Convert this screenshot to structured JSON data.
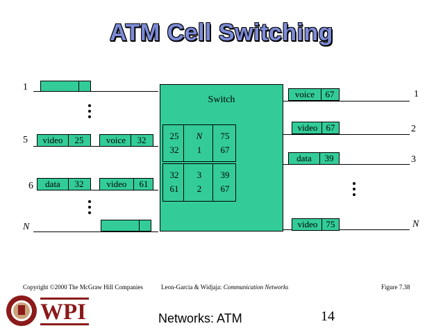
{
  "title": "ATM Cell Switching",
  "switch_label": "Switch",
  "inputs": [
    {
      "label": "1"
    },
    {
      "label": "5"
    },
    {
      "label": "6"
    },
    {
      "label": "N"
    }
  ],
  "outputs": [
    {
      "label": "1"
    },
    {
      "label": "2"
    },
    {
      "label": "3"
    },
    {
      "label": "N"
    }
  ],
  "input_cells": [
    {
      "type": "video",
      "vci": "25"
    },
    {
      "type": "voice",
      "vci": "32"
    },
    {
      "type": "data",
      "vci": "32"
    },
    {
      "type": "video",
      "vci": "61"
    }
  ],
  "output_cells": [
    {
      "type": "voice",
      "vci": "67"
    },
    {
      "type": "video",
      "vci": "67"
    },
    {
      "type": "data",
      "vci": "39"
    },
    {
      "type": "video",
      "vci": "75"
    }
  ],
  "table": {
    "block1": {
      "in_vci": [
        "25",
        "32"
      ],
      "out_port": [
        "N",
        "1"
      ],
      "out_vci": [
        "75",
        "67"
      ]
    },
    "block2": {
      "in_vci": [
        "32",
        "61"
      ],
      "out_port": [
        "3",
        "2"
      ],
      "out_vci": [
        "39",
        "67"
      ]
    }
  },
  "footer": {
    "copyright": "Copyright ©2000 The McGraw Hill Companies",
    "authors": "Leon-Garcia & Widjaja: ",
    "book": "Communication Networks",
    "figure": "Figure 7.38"
  },
  "bottom": {
    "logo_text": "WPI",
    "subtitle": "Networks: ATM",
    "page": "14"
  }
}
